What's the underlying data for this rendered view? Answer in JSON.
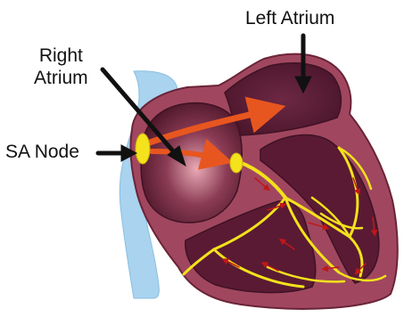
{
  "labels": {
    "left_atrium": "Left Atrium",
    "right_atrium_line1": "Right",
    "right_atrium_line2": "Atrium",
    "sa_node": "SA Node"
  },
  "colors": {
    "background": "#ffffff",
    "vessel": "#a9d3ef",
    "heart_outer": "#a0475f",
    "heart_inner": "#5a1a33",
    "conduction_path": "#f3e21c",
    "impulse_arrow": "#e8561f",
    "pointer": "#111111",
    "small_arrows": "#c01818"
  }
}
